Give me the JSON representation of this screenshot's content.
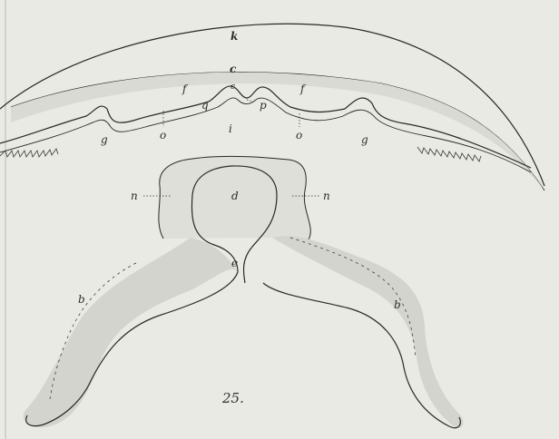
{
  "figure": {
    "number": "25.",
    "labels": {
      "k": "k",
      "c": "c",
      "c_small": "c",
      "f_left": "f",
      "f_right": "f",
      "q": "q",
      "p": "p",
      "i": "i",
      "o_left": "o",
      "o_right": "o",
      "g_left": "g",
      "g_right": "g",
      "d": "d",
      "n_left": "n",
      "n_right": "n",
      "e": "e",
      "b_left": "b",
      "b_right": "b"
    }
  },
  "colors": {
    "paper": "#e9eae3",
    "ink": "#2a2a26",
    "shade": "#cfd0c9"
  }
}
